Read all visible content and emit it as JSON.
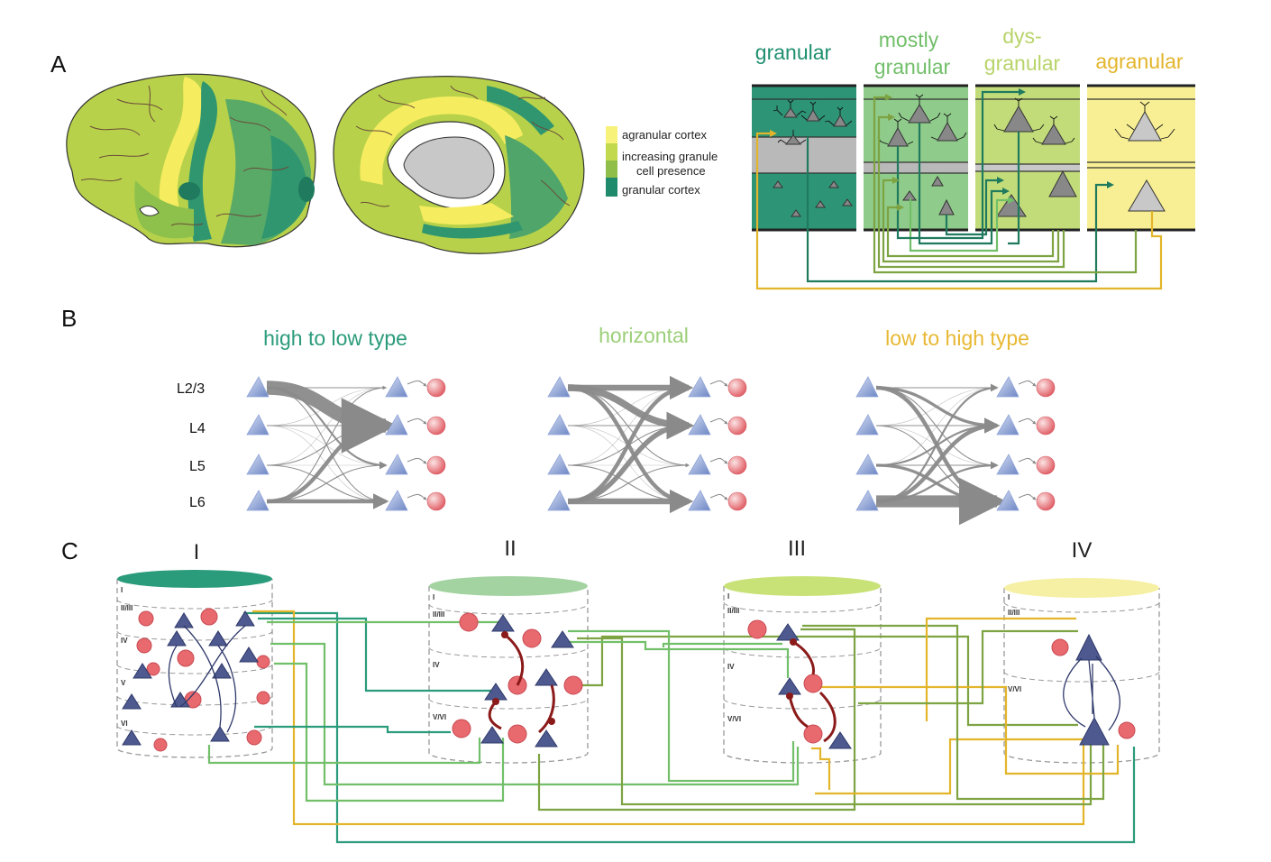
{
  "panel_labels": {
    "a": "A",
    "b": "B",
    "c": "C"
  },
  "panelA": {
    "legend": [
      {
        "text": "agranular cortex",
        "color": "#f7f27a"
      },
      {
        "text": "increasing granule",
        "color": "#c2d94e"
      },
      {
        "text": "cell presence",
        "color": "#8fbf4a"
      },
      {
        "text": "granular cortex",
        "color": "#1f8a6c"
      }
    ],
    "columns": [
      {
        "lines": [
          "granular"
        ],
        "color": "#1f8f70"
      },
      {
        "lines": [
          "mostly",
          "granular"
        ],
        "color": "#72bf6a"
      },
      {
        "lines": [
          "dys-",
          "granular"
        ],
        "color": "#a9cf5c"
      },
      {
        "lines": [
          "agranular"
        ],
        "color": "#e3b52a"
      }
    ]
  },
  "panelB": {
    "titles": [
      {
        "text": "high to low type",
        "color": "#2a9b7b"
      },
      {
        "text": "horizontal",
        "color": "#9ccf79"
      },
      {
        "text": "low to high type",
        "color": "#e8b832"
      }
    ],
    "layers": [
      "L2/3",
      "L4",
      "L5",
      "L6"
    ],
    "flows": [
      [
        [
          0,
          0,
          1
        ],
        [
          0,
          1,
          14
        ],
        [
          0,
          2,
          2
        ],
        [
          0,
          3,
          1
        ],
        [
          1,
          0,
          0.5
        ],
        [
          1,
          1,
          1
        ],
        [
          1,
          2,
          0.5
        ],
        [
          1,
          3,
          0.5
        ],
        [
          2,
          0,
          0.5
        ],
        [
          2,
          1,
          1
        ],
        [
          2,
          2,
          0.5
        ],
        [
          2,
          3,
          1
        ],
        [
          3,
          0,
          1
        ],
        [
          3,
          1,
          4
        ],
        [
          3,
          2,
          1
        ],
        [
          3,
          3,
          4
        ]
      ],
      [
        [
          0,
          0,
          6
        ],
        [
          0,
          1,
          7
        ],
        [
          0,
          2,
          1
        ],
        [
          0,
          3,
          4
        ],
        [
          1,
          0,
          0.5
        ],
        [
          1,
          1,
          1
        ],
        [
          1,
          2,
          0.5
        ],
        [
          1,
          3,
          0.5
        ],
        [
          2,
          0,
          0.5
        ],
        [
          2,
          1,
          1
        ],
        [
          2,
          2,
          0.5
        ],
        [
          2,
          3,
          1
        ],
        [
          3,
          0,
          4
        ],
        [
          3,
          1,
          5
        ],
        [
          3,
          2,
          1
        ],
        [
          3,
          3,
          6
        ]
      ],
      [
        [
          0,
          0,
          1
        ],
        [
          0,
          1,
          3
        ],
        [
          0,
          2,
          1
        ],
        [
          0,
          3,
          4
        ],
        [
          1,
          0,
          0.5
        ],
        [
          1,
          1,
          1
        ],
        [
          1,
          2,
          0.5
        ],
        [
          1,
          3,
          1
        ],
        [
          2,
          0,
          0.5
        ],
        [
          2,
          1,
          2
        ],
        [
          2,
          2,
          1
        ],
        [
          2,
          3,
          3
        ],
        [
          3,
          0,
          2
        ],
        [
          3,
          1,
          4
        ],
        [
          3,
          2,
          2
        ],
        [
          3,
          3,
          12
        ]
      ]
    ]
  },
  "panelC": {
    "columns": [
      {
        "label": "I",
        "top_color": "#2a9b7b",
        "layers": [
          "I",
          "II/III",
          "IV",
          "V",
          "VI"
        ]
      },
      {
        "label": "II",
        "top_color": "#a3d3a0",
        "layers": [
          "I",
          "II/III",
          "IV",
          "V/VI"
        ]
      },
      {
        "label": "III",
        "top_color": "#c9e278",
        "layers": [
          "I",
          "II/III",
          "IV",
          "V/VI"
        ]
      },
      {
        "label": "IV",
        "top_color": "#f6f0a4",
        "layers": [
          "I",
          "II/III",
          "V/VI"
        ]
      }
    ]
  },
  "colors": {
    "granular": "#1f8f70",
    "mostly_granular": "#72bf6a",
    "dysgranular": "#7da342",
    "agranular": "#e3b52a",
    "pyramidal": "#4e5a8f",
    "interneuron": "#e8696e",
    "flow": "#8a8a8a"
  }
}
